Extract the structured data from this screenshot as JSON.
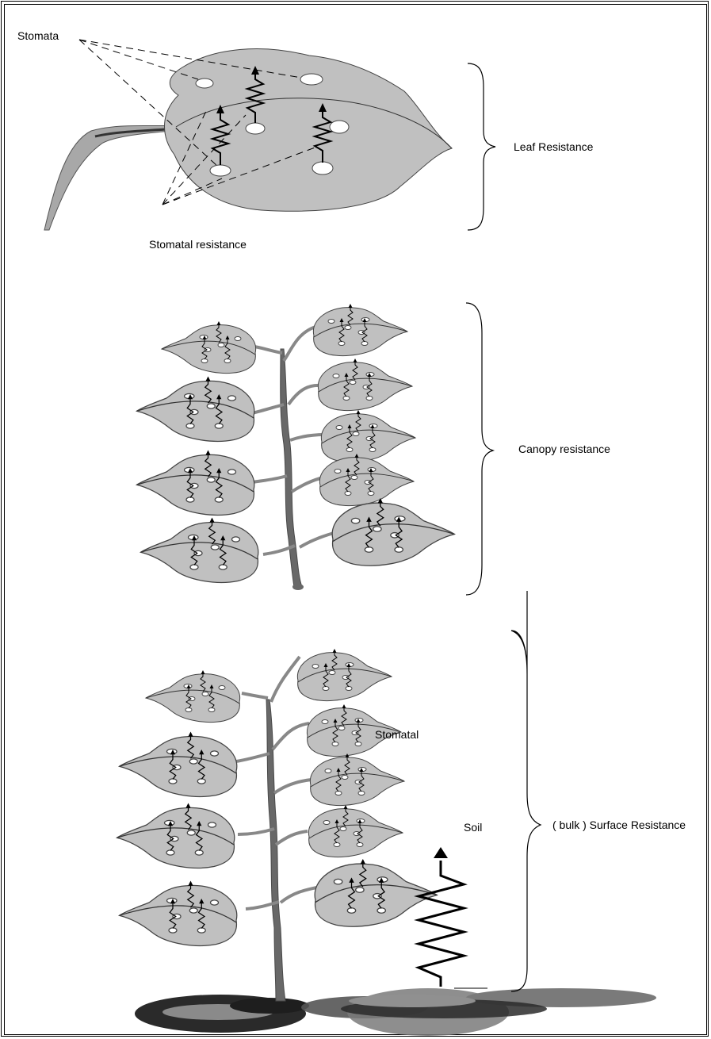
{
  "labels": {
    "stomata": "Stomata",
    "stomatal_resistance": "Stomatal resistance",
    "leaf_resistance": "Leaf Resistance",
    "canopy_resistance": "Canopy resistance",
    "stomatal": "Stomatal",
    "bulk_surface_resistance": "( bulk ) Surface Resistance",
    "soil": "Soil"
  },
  "colors": {
    "leaf": "#c0c0c0",
    "stem": "#686868",
    "shadow_dark": "#2a2a2a",
    "shadow_mid": "#7a7a7a"
  }
}
